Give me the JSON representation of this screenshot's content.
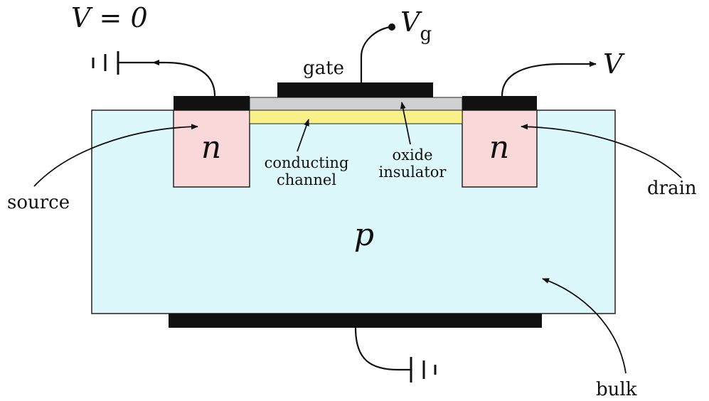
{
  "diagram": {
    "source_voltage": "V = 0",
    "gate_voltage_symbol": "V",
    "gate_voltage_subscript": "g",
    "drain_voltage": "V",
    "gate": "gate",
    "source_region": "n",
    "drain_region": "n",
    "substrate": "p",
    "channel_line1": "conducting",
    "channel_line2": "channel",
    "oxide_line1": "oxide",
    "oxide_line2": "insulator",
    "source": "source",
    "drain": "drain",
    "bulk": "bulk"
  },
  "colors": {
    "substrate_fill": "#dcf8fb",
    "n_region_fill": "#f8d8d8",
    "oxide_fill": "#d0d0d0",
    "channel_fill": "#f8f088",
    "contact_fill": "#111111"
  }
}
